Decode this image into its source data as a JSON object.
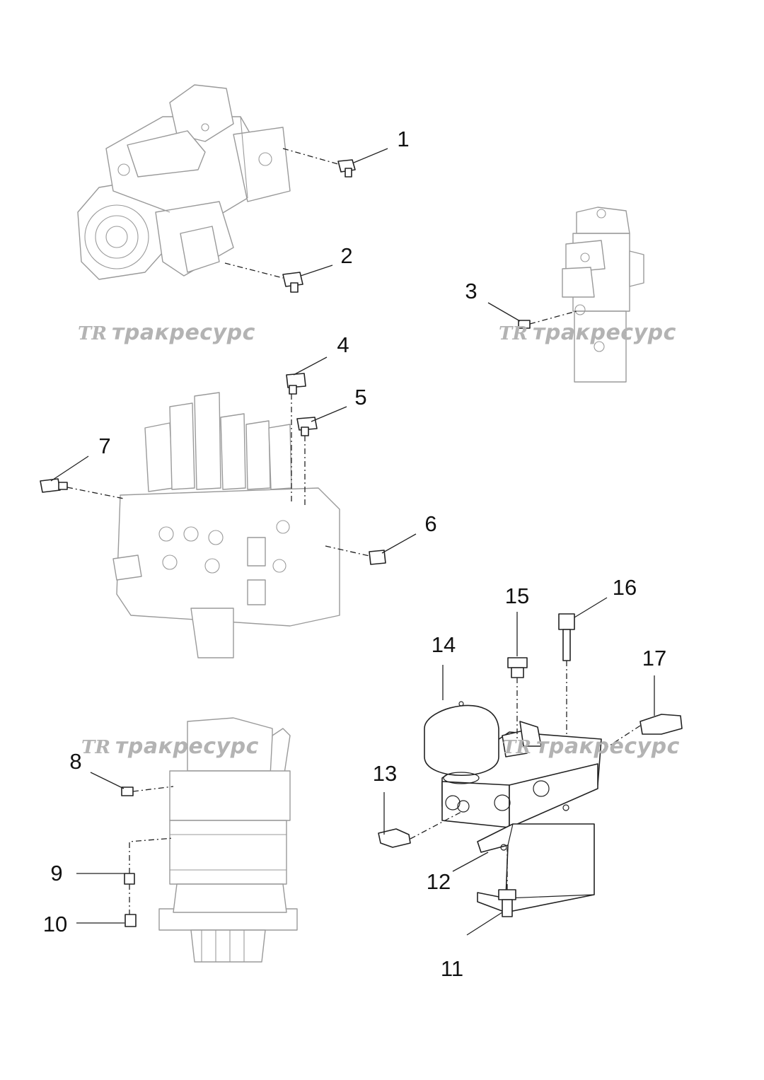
{
  "callouts": [
    "1",
    "2",
    "3",
    "4",
    "5",
    "6",
    "7",
    "8",
    "9",
    "10",
    "11",
    "12",
    "13",
    "14",
    "15",
    "16",
    "17"
  ],
  "watermark": {
    "text": "тракресурс",
    "logo": "TR",
    "color": "#b3b3b3"
  }
}
